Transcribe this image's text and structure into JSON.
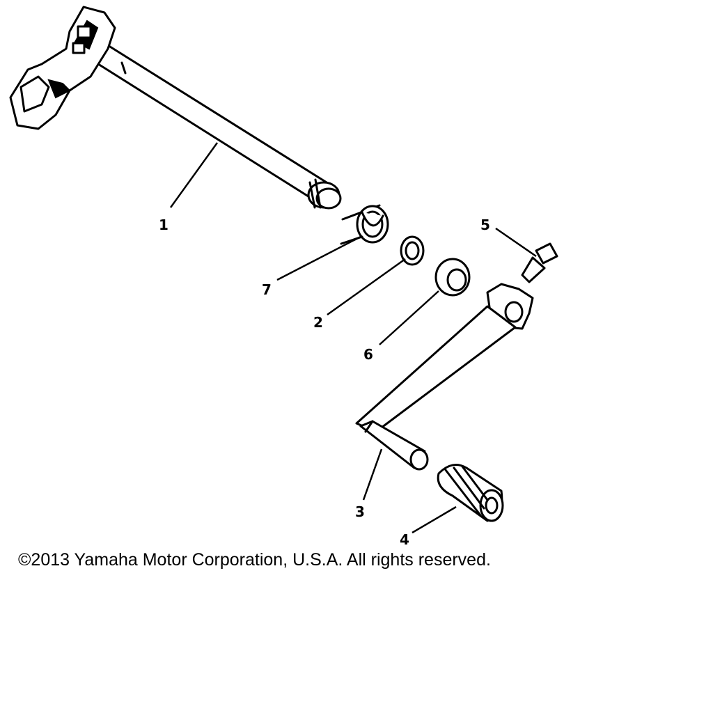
{
  "callouts": {
    "part1": "1",
    "part2": "2",
    "part3": "3",
    "part4": "4",
    "part5": "5",
    "part6": "6",
    "part7": "7"
  },
  "copyright": "©2013 Yamaha Motor Corporation, U.S.A. All rights reserved."
}
